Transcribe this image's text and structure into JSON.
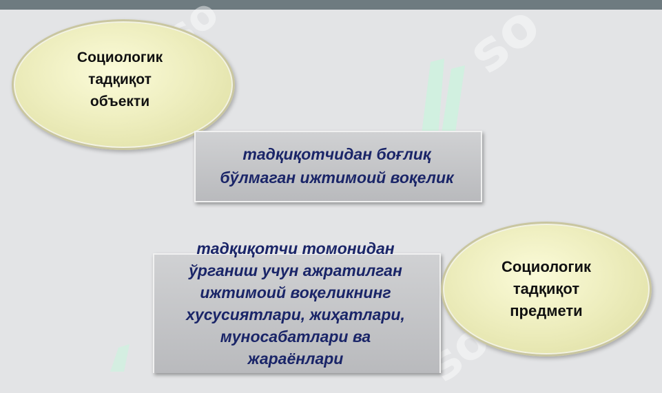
{
  "header": {
    "bar_color": "#6e7b80"
  },
  "watermark": {
    "text": "so"
  },
  "diagram": {
    "object": {
      "ellipse_label": "Социологик\nтадқиқот\nобъекти",
      "description": "тадқиқотчидан боғлиқ\nбўлмаган ижтимоий воқелик"
    },
    "subject": {
      "ellipse_label": "Социологик\nтадқиқот\nпредмети",
      "description": "тадқиқотчи томонидан\nўрганиш учун ажратилган\nижтимоий воқеликнинг\nхусусиятлари, жиҳатлари,\nмуносабатлари ва\nжараёнлари"
    },
    "colors": {
      "ellipse_fill": "#eeeebf",
      "box_fill": "#c4c5c8",
      "description_text": "#1a2568",
      "background": "#e3e4e6"
    }
  }
}
